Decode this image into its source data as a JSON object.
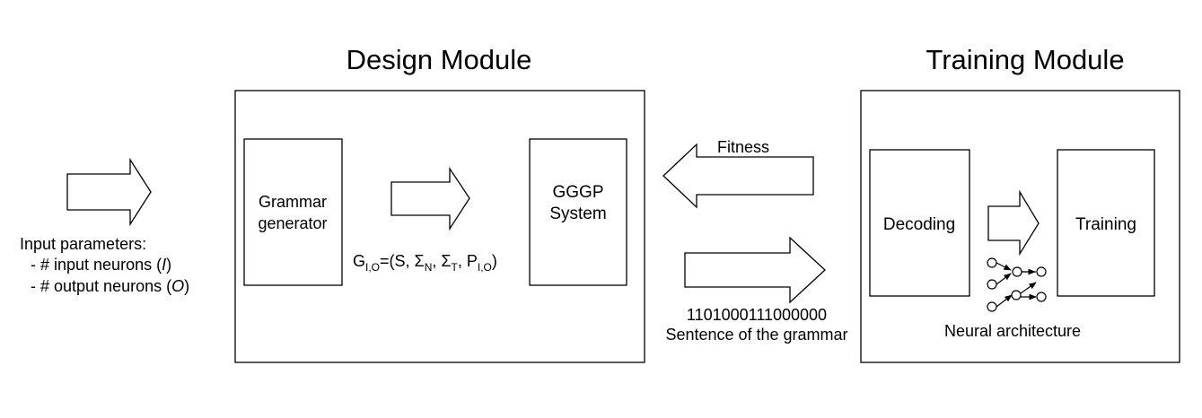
{
  "design_module": {
    "title": "Design Module",
    "grammar_generator": [
      "Grammar",
      "generator"
    ],
    "gggp_system": [
      "GGGP",
      "System"
    ],
    "grammar_formula": {
      "g": "G",
      "g_sub": "I,O",
      "eq": "=(S, ",
      "sigma": "Σ",
      "sigma_n_sub": "N",
      "comma1": ", ",
      "sigma_t_sub": "T",
      "comma2": ", P",
      "p_sub": "I,O",
      "close": ")"
    }
  },
  "training_module": {
    "title": "Training Module",
    "decoding": "Decoding",
    "training": "Training",
    "neural_architecture": "Neural architecture"
  },
  "input_parameters": {
    "heading": "Input parameters:",
    "line1_prefix": "- # input neurons (",
    "line1_var": "I",
    "line1_suffix": ")",
    "line2_prefix": "- # output neurons (",
    "line2_var": "O",
    "line2_suffix": ")"
  },
  "fitness_label": "Fitness",
  "sentence": {
    "bits": "1101000111000000",
    "label": "Sentence of the grammar"
  }
}
